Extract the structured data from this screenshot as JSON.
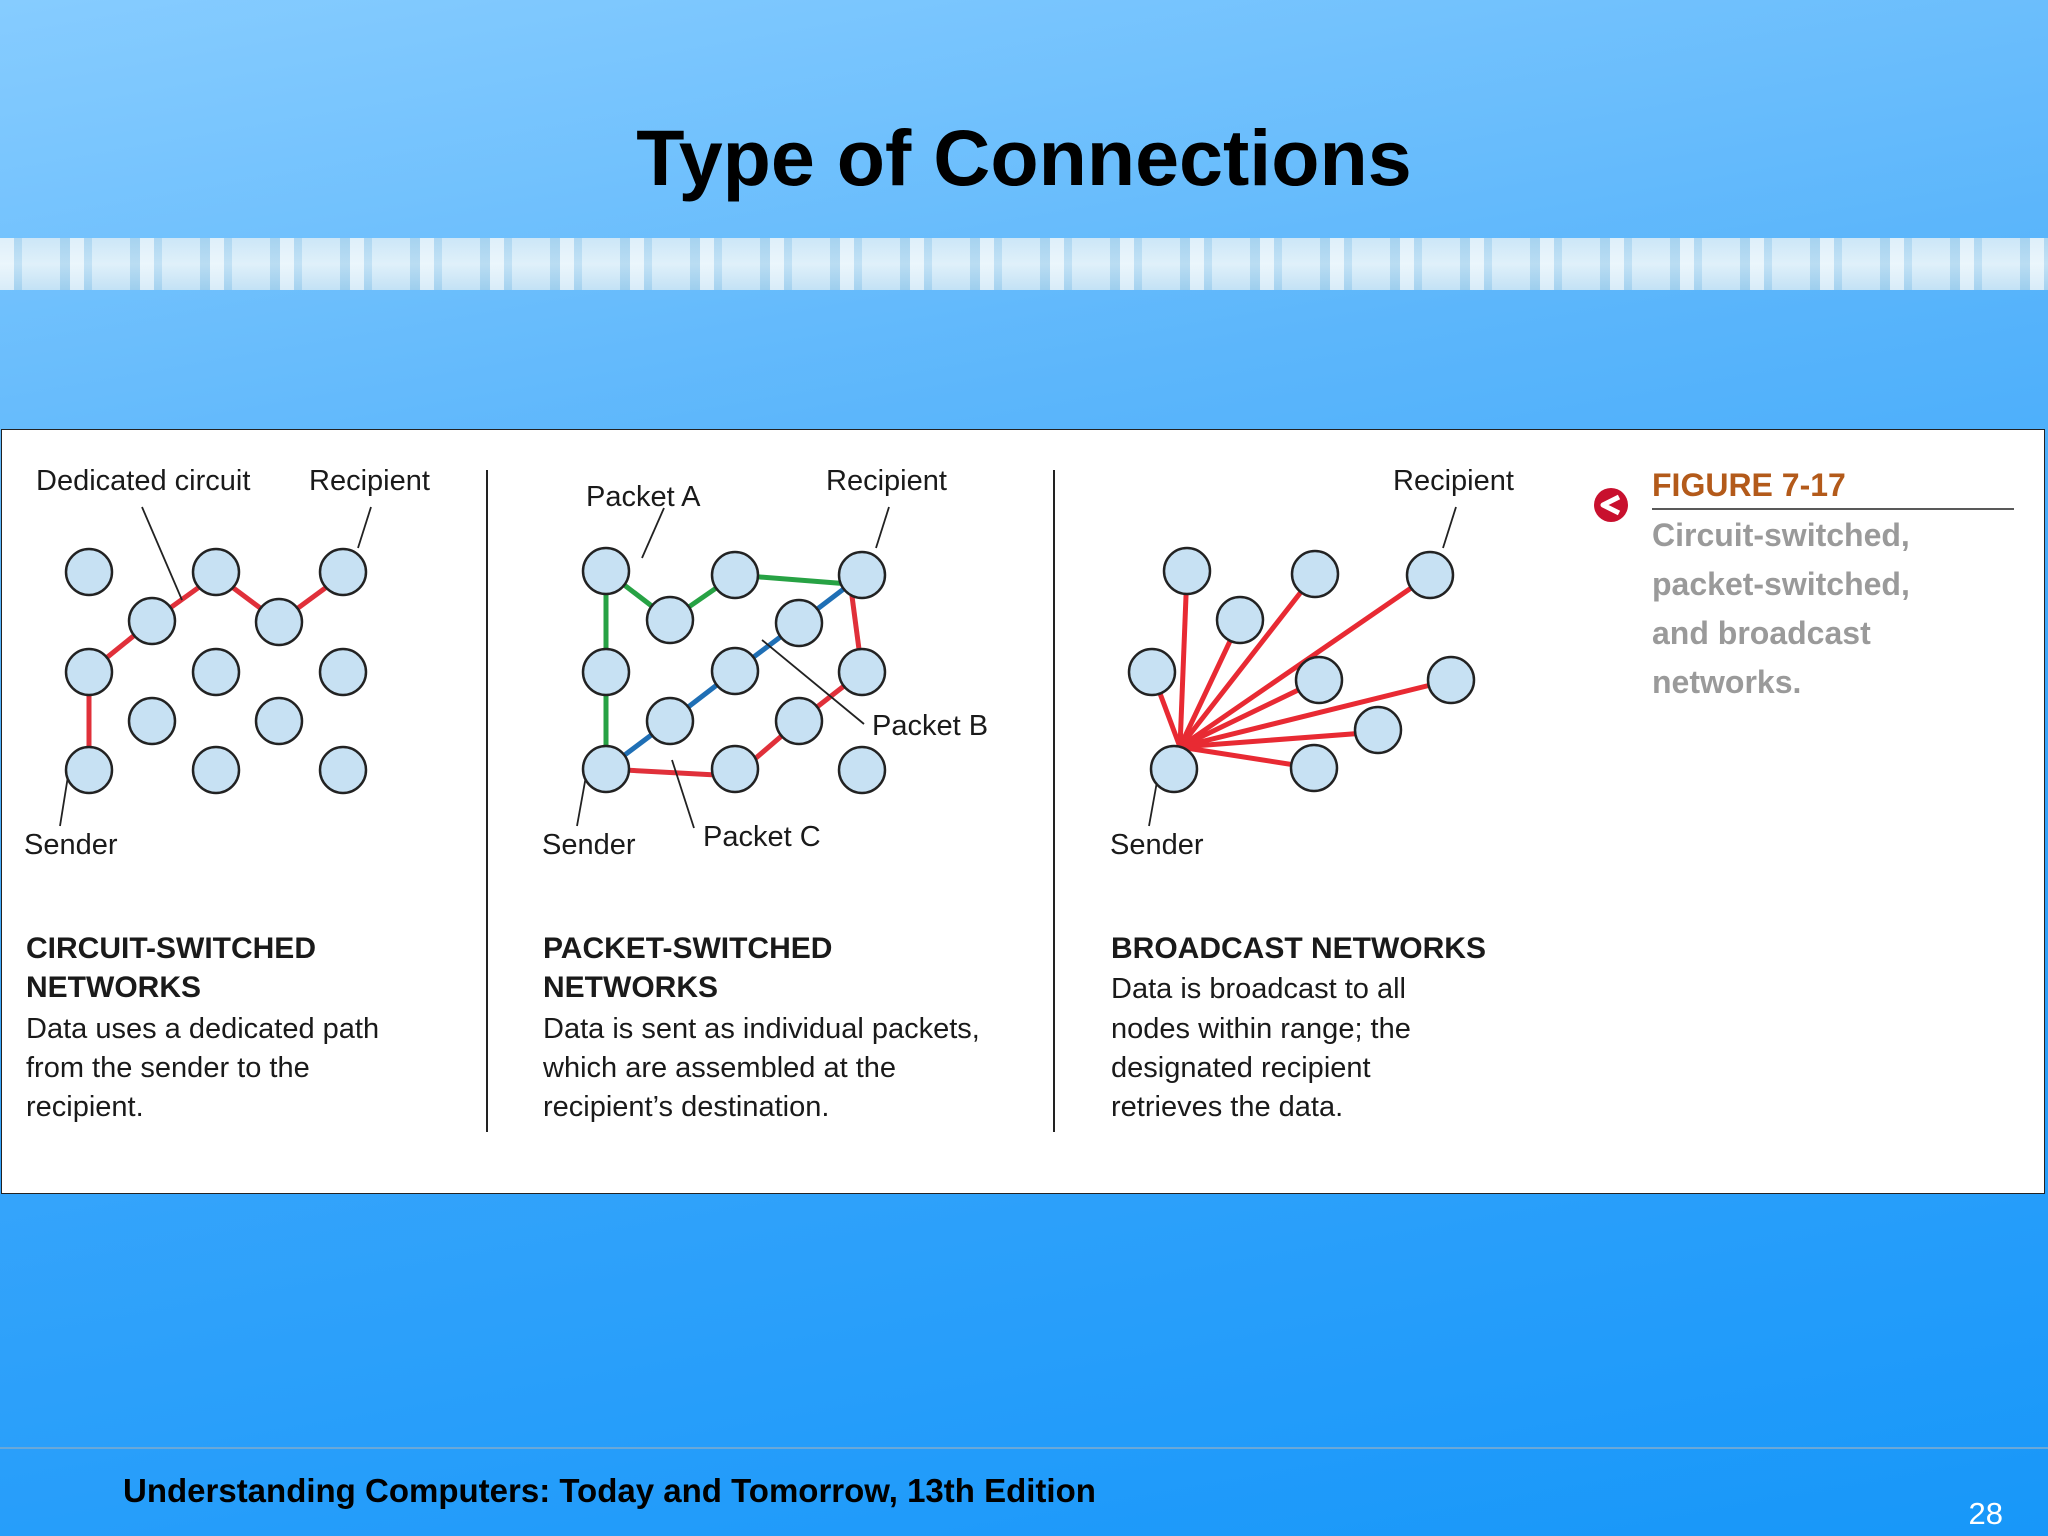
{
  "slide": {
    "title": "Type of Connections",
    "footer": "Understanding Computers: Today and Tomorrow, 13th Edition",
    "page_number": "28"
  },
  "figure": {
    "label": "FIGURE 7-17",
    "caption_lines": [
      "Circuit-switched,",
      "packet-switched,",
      "and broadcast",
      "networks."
    ],
    "colors": {
      "circuit_path": "#e0303a",
      "packet_green": "#27a244",
      "packet_blue": "#1f6fb5",
      "packet_red": "#e0303a",
      "broadcast": "#e82a33",
      "node_fill": "#c7e1f3",
      "label_color": "#b35a1a",
      "caption_color": "#9a9a9a"
    },
    "panels": [
      {
        "id": "circuit",
        "labels": {
          "dedicated": "Dedicated circuit",
          "recipient": "Recipient",
          "sender": "Sender"
        },
        "heading": [
          "CIRCUIT-SWITCHED",
          "NETWORKS"
        ],
        "description": [
          "Data uses a dedicated path",
          "from the sender to the",
          "recipient."
        ]
      },
      {
        "id": "packet",
        "labels": {
          "packet_a": "Packet A",
          "recipient": "Recipient",
          "packet_b": "Packet B",
          "packet_c": "Packet C",
          "sender": "Sender"
        },
        "heading": [
          "PACKET-SWITCHED",
          "NETWORKS"
        ],
        "description": [
          "Data is sent as individual packets,",
          "which are assembled at the",
          "recipient’s destination."
        ]
      },
      {
        "id": "broadcast",
        "labels": {
          "recipient": "Recipient",
          "sender": "Sender"
        },
        "heading": [
          "BROADCAST NETWORKS"
        ],
        "description": [
          "Data is broadcast to all",
          "nodes within range; the",
          "designated recipient",
          "retrieves the data."
        ]
      }
    ]
  }
}
